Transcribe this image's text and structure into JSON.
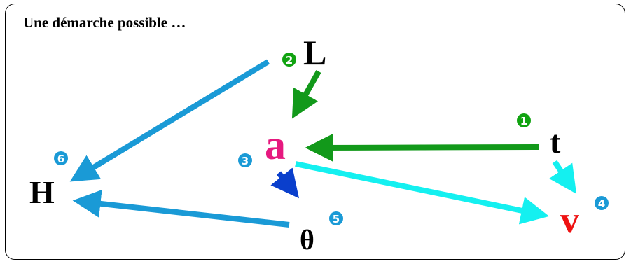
{
  "title": "Une démarche possible …",
  "nodes": {
    "L": {
      "label": "L",
      "color": "#000000"
    },
    "a": {
      "label": "a",
      "color": "#e6197f"
    },
    "t": {
      "label": "t",
      "color": "#000000"
    },
    "H": {
      "label": "H",
      "color": "#000000"
    },
    "v": {
      "label": "v",
      "color": "#ee1111"
    },
    "theta": {
      "label": "θ",
      "color": "#000000"
    }
  },
  "steps": [
    {
      "number": "1",
      "color": "#11a311"
    },
    {
      "number": "2",
      "color": "#11a311"
    },
    {
      "number": "3",
      "color": "#1a9ad6"
    },
    {
      "number": "4",
      "color": "#1a9ad6"
    },
    {
      "number": "5",
      "color": "#1a9ad6"
    },
    {
      "number": "6",
      "color": "#1a9ad6"
    }
  ],
  "arrows": [
    {
      "from": "L",
      "to": "a",
      "color": "#12991a"
    },
    {
      "from": "t",
      "to": "a",
      "color": "#12991a"
    },
    {
      "from": "L",
      "to": "H",
      "color": "#1a9ad6"
    },
    {
      "from": "theta",
      "to": "H",
      "color": "#1a9ad6"
    },
    {
      "from": "a",
      "to": "theta",
      "color": "#0a3fcc"
    },
    {
      "from": "a",
      "to": "v",
      "color": "#14f0f0"
    },
    {
      "from": "t",
      "to": "v",
      "color": "#14f0f0"
    }
  ]
}
